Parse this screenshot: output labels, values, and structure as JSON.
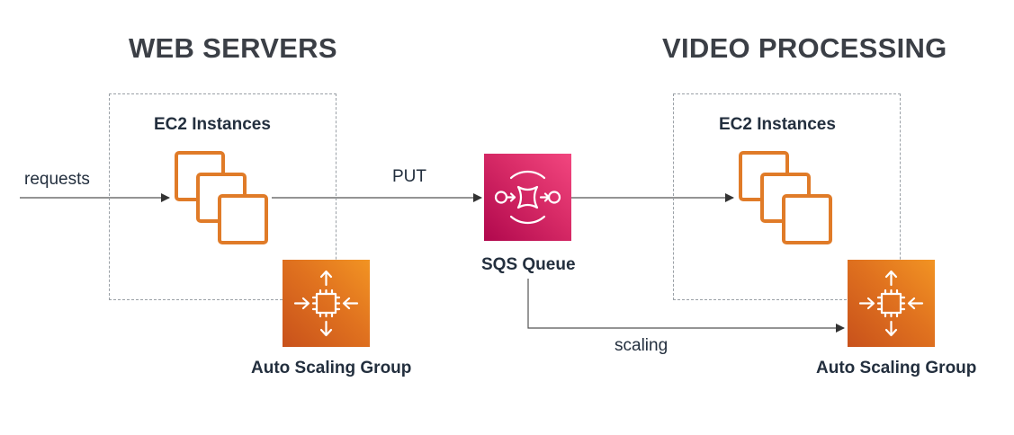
{
  "headings": {
    "left": "WEB SERVERS",
    "right": "VIDEO PROCESSING"
  },
  "web_servers": {
    "instances_label": "EC2 Instances",
    "asg_label": "Auto Scaling Group"
  },
  "video_processing": {
    "instances_label": "EC2 Instances",
    "asg_label": "Auto Scaling Group"
  },
  "queue": {
    "label": "SQS Queue"
  },
  "edges": {
    "requests": "requests",
    "put": "PUT",
    "scaling": "scaling"
  },
  "colors": {
    "ec2_orange": "#e07b28",
    "asg_orange": "#e8761f",
    "sqs_pink": "#dd2f6b",
    "line_gray": "#555555",
    "dashed_gray": "#9aa0a6"
  },
  "icons": {
    "ec2": "ec2-instances-icon",
    "asg": "auto-scaling-icon",
    "sqs": "sqs-queue-icon"
  }
}
